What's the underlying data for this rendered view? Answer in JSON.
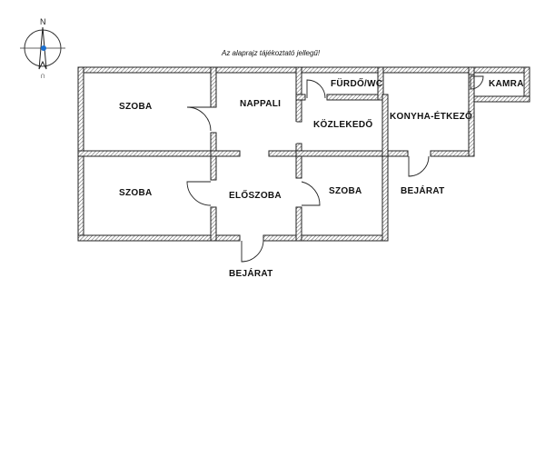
{
  "compass": {
    "north_label": "N",
    "needle_color": "#1a6fd0"
  },
  "note": "Az alaprajz tájékoztató jellegű!",
  "rooms": {
    "szoba_top_left": "SZOBA",
    "szoba_bottom_left": "SZOBA",
    "nappali": "NAPPALI",
    "eloszoba": "ELŐSZOBA",
    "kozlekedo": "KÖZLEKEDŐ",
    "furdo_wc": "FÜRDŐ/WC",
    "szoba_middle": "SZOBA",
    "konyha_etkezo": "KONYHA-ÉTKEZŐ",
    "kamra": "KAMRA"
  },
  "entrances": {
    "bottom": "BEJÁRAT",
    "right": "BEJÁRAT"
  }
}
